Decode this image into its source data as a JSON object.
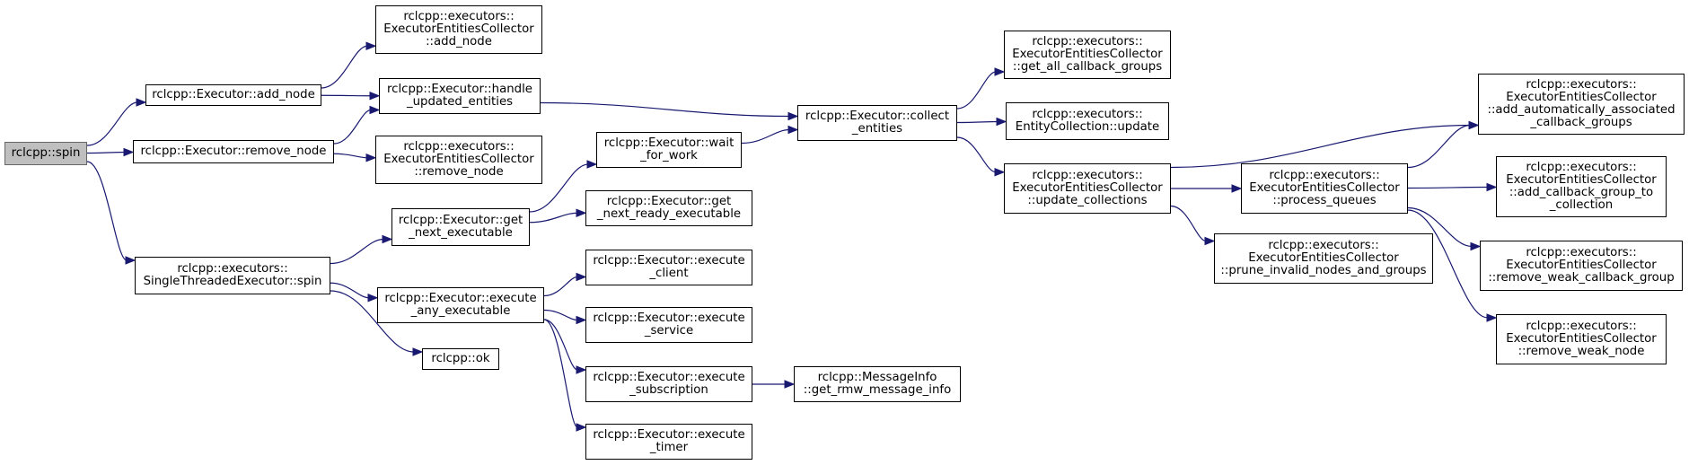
{
  "nodes": {
    "spin": [
      "rclcpp::spin"
    ],
    "add_node": [
      "rclcpp::Executor::add_node"
    ],
    "remove_node": [
      "rclcpp::Executor::remove_node"
    ],
    "single_spin": [
      "rclcpp::executors::",
      "SingleThreadedExecutor::spin"
    ],
    "eec_add_node": [
      "rclcpp::executors::",
      "ExecutorEntitiesCollector",
      "::add_node"
    ],
    "handle_updated": [
      "rclcpp::Executor::handle",
      "_updated_entities"
    ],
    "eec_remove_node": [
      "rclcpp::executors::",
      "ExecutorEntitiesCollector",
      "::remove_node"
    ],
    "get_next_exec": [
      "rclcpp::Executor::get",
      "_next_executable"
    ],
    "execute_any": [
      "rclcpp::Executor::execute",
      "_any_executable"
    ],
    "ok": [
      "rclcpp::ok"
    ],
    "wait_for_work": [
      "rclcpp::Executor::wait",
      "_for_work"
    ],
    "get_next_ready": [
      "rclcpp::Executor::get",
      "_next_ready_executable"
    ],
    "exec_client": [
      "rclcpp::Executor::execute",
      "_client"
    ],
    "exec_service": [
      "rclcpp::Executor::execute",
      "_service"
    ],
    "exec_subscription": [
      "rclcpp::Executor::execute",
      "_subscription"
    ],
    "exec_timer": [
      "rclcpp::Executor::execute",
      "_timer"
    ],
    "msg_info": [
      "rclcpp::MessageInfo",
      "::get_rmw_message_info"
    ],
    "collect_entities": [
      "rclcpp::Executor::collect",
      "_entities"
    ],
    "get_all_cbg": [
      "rclcpp::executors::",
      "ExecutorEntitiesCollector",
      "::get_all_callback_groups"
    ],
    "entity_update": [
      "rclcpp::executors::",
      "EntityCollection::update"
    ],
    "update_collections": [
      "rclcpp::executors::",
      "ExecutorEntitiesCollector",
      "::update_collections"
    ],
    "process_queues": [
      "rclcpp::executors::",
      "ExecutorEntitiesCollector",
      "::process_queues"
    ],
    "prune_invalid": [
      "rclcpp::executors::",
      "ExecutorEntitiesCollector",
      "::prune_invalid_nodes_and_groups"
    ],
    "add_auto_assoc": [
      "rclcpp::executors::",
      "ExecutorEntitiesCollector",
      "::add_automatically_associated",
      "_callback_groups"
    ],
    "add_cbg_to_coll": [
      "rclcpp::executors::",
      "ExecutorEntitiesCollector",
      "::add_callback_group_to",
      "_collection"
    ],
    "remove_weak_cbg": [
      "rclcpp::executors::",
      "ExecutorEntitiesCollector",
      "::remove_weak_callback_group"
    ],
    "remove_weak_node": [
      "rclcpp::executors::",
      "ExecutorEntitiesCollector",
      "::remove_weak_node"
    ]
  },
  "edges": [
    [
      "spin",
      "add_node"
    ],
    [
      "spin",
      "remove_node"
    ],
    [
      "spin",
      "single_spin"
    ],
    [
      "add_node",
      "eec_add_node"
    ],
    [
      "add_node",
      "handle_updated"
    ],
    [
      "remove_node",
      "handle_updated"
    ],
    [
      "remove_node",
      "eec_remove_node"
    ],
    [
      "handle_updated",
      "collect_entities"
    ],
    [
      "single_spin",
      "get_next_exec"
    ],
    [
      "single_spin",
      "execute_any"
    ],
    [
      "single_spin",
      "ok"
    ],
    [
      "get_next_exec",
      "wait_for_work"
    ],
    [
      "get_next_exec",
      "get_next_ready"
    ],
    [
      "wait_for_work",
      "collect_entities"
    ],
    [
      "execute_any",
      "exec_client"
    ],
    [
      "execute_any",
      "exec_service"
    ],
    [
      "execute_any",
      "exec_subscription"
    ],
    [
      "execute_any",
      "exec_timer"
    ],
    [
      "exec_subscription",
      "msg_info"
    ],
    [
      "collect_entities",
      "get_all_cbg"
    ],
    [
      "collect_entities",
      "entity_update"
    ],
    [
      "collect_entities",
      "update_collections"
    ],
    [
      "update_collections",
      "add_auto_assoc"
    ],
    [
      "update_collections",
      "process_queues"
    ],
    [
      "update_collections",
      "prune_invalid"
    ],
    [
      "process_queues",
      "add_auto_assoc"
    ],
    [
      "process_queues",
      "add_cbg_to_coll"
    ],
    [
      "process_queues",
      "remove_weak_cbg"
    ],
    [
      "process_queues",
      "remove_weak_node"
    ]
  ],
  "colors": {
    "edge": "#191970",
    "root_fill": "#bfbfbf",
    "node_border": "#000000"
  }
}
